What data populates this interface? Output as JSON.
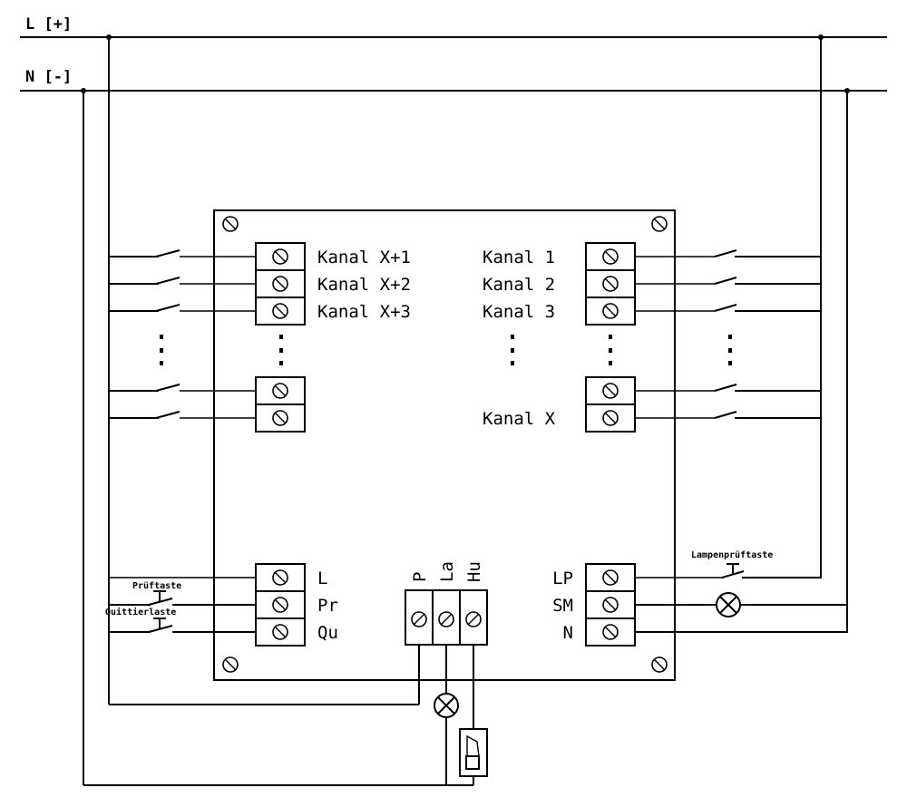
{
  "buses": {
    "line": "L [+]",
    "neutral": "N [-]"
  },
  "channels_left": [
    "Kanal X+1",
    "Kanal X+2",
    "Kanal X+3"
  ],
  "channels_right": [
    "Kanal 1",
    "Kanal 2",
    "Kanal 3"
  ],
  "channel_last": "Kanal X",
  "control_left": [
    "L",
    "Pr",
    "Qu"
  ],
  "control_right": [
    "LP",
    "SM",
    "N"
  ],
  "bottom_terminals": [
    "P",
    "La",
    "Hu"
  ],
  "buttons": {
    "test": "Prüftaste",
    "acknowledge": "Quittierlaste",
    "lamp_test": "Lampenprüftaste"
  }
}
